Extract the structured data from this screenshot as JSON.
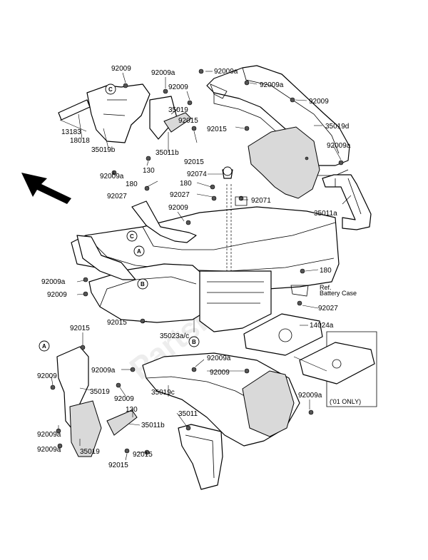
{
  "watermark": "PartsRepublik",
  "callouts": [
    {
      "id": "c-top",
      "letter": "C"
    },
    {
      "id": "c-mid",
      "letter": "C"
    },
    {
      "id": "a-mid",
      "letter": "A"
    },
    {
      "id": "b-mid",
      "letter": "B"
    },
    {
      "id": "a-low",
      "letter": "A"
    },
    {
      "id": "b-low",
      "letter": "B"
    }
  ],
  "labels": {
    "l1": "92009",
    "l2": "92009a",
    "l3": "92009a",
    "l4": "92009a",
    "l5": "92009",
    "l6": "92009",
    "l7": "35019",
    "l8": "92015",
    "l9": "92015",
    "l10": "35019d",
    "l11": "13183",
    "l12": "18018",
    "l13": "35019b",
    "l14": "35011b",
    "l15": "92015",
    "l16": "92009a",
    "l17": "130",
    "l18": "92074",
    "l19": "180",
    "l20": "180",
    "l21": "92027",
    "l22": "92027",
    "l23": "92071",
    "l24": "35011a",
    "l25": "92009",
    "l26": "180",
    "l27": "Ref.",
    "l28": "Battery Case",
    "l29": "92009a",
    "l30": "92009",
    "l31": "92027",
    "l32": "92015",
    "l33": "35023a/c",
    "l34": "14024a",
    "l35": "92015",
    "l36": "92009a",
    "l37": "92009",
    "l38": "92009a",
    "l39": "35019",
    "l40": "92009",
    "l41": "35019c",
    "l42": "92009",
    "l43": "130",
    "l44": "35011",
    "l45": "92009a",
    "l46": "35011b",
    "l47": "92009a",
    "l48": "35019",
    "l49": "92015",
    "l50": "92009a",
    "l51": "92015",
    "l52": "('01 ONLY)",
    "l53": "92009a"
  }
}
